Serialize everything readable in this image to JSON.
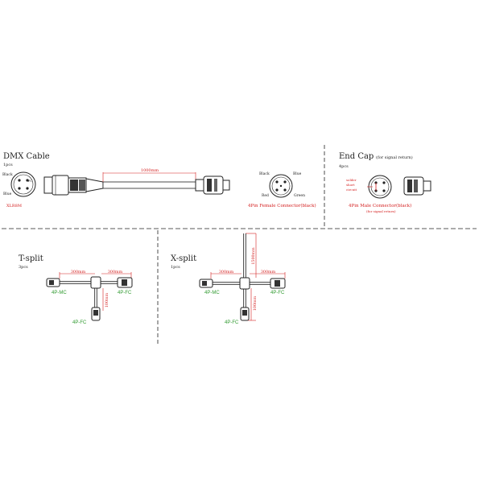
{
  "dmx": {
    "title": "DMX Cable",
    "qty": "1pcs",
    "pin_black": "Black",
    "pin_blue": "Blue",
    "xlr_label": "XLR8M",
    "length": "1000mm",
    "female_label": "4Pin Female Connector(black)",
    "female_black": "Black",
    "female_blue": "Blue",
    "female_red": "Red",
    "female_green": "Green"
  },
  "endcap": {
    "title": "End Cap",
    "note": "(for signal return)",
    "qty": "4pcs",
    "wire_note_1": "solder",
    "wire_note_2": "short",
    "wire_note_3": "circuit",
    "label": "4Pin Male Connector(black)",
    "sub": "(for signal return)"
  },
  "tsplit": {
    "title": "T-split",
    "qty": "3pcs",
    "len_left": "300mm",
    "len_right": "300mm",
    "len_down": "100mm",
    "label_left": "4P-MC",
    "label_right": "4P-FC",
    "label_down": "4P-FC"
  },
  "xsplit": {
    "title": "X-split",
    "qty": "1pcs",
    "len_left": "300mm",
    "len_right": "300mm",
    "len_up": "1500mm",
    "len_down": "100mm",
    "label_left": "4P-MC",
    "label_right": "4P-FC",
    "label_down": "4P-FC"
  }
}
